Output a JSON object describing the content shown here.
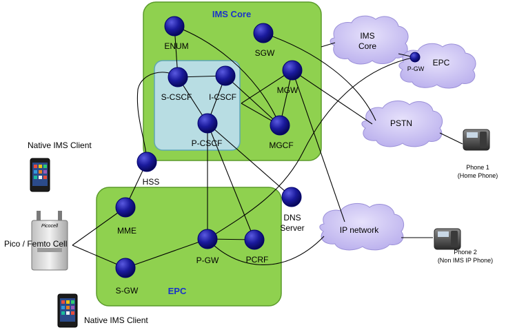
{
  "colors": {
    "core_zone_fill": "#8fd14f",
    "core_zone_stroke": "#5a9a2a",
    "cscf_zone_fill": "#b8dde3",
    "cscf_zone_stroke": "#5fa6b6",
    "node_fill": "#1a1a9c",
    "node_stroke": "#00006a",
    "cloud_fill": "#c9c0f0",
    "cloud_stroke": "#9a8fd8",
    "zone_title": "#1a33c9",
    "link": "#000000"
  },
  "zones": {
    "ims_core": {
      "title": "IMS Core"
    },
    "epc": {
      "title": "EPC"
    }
  },
  "nodes": {
    "enum": {
      "label": "ENUM"
    },
    "sgw_ims": {
      "label": "SGW"
    },
    "s_cscf": {
      "label": "S-CSCF"
    },
    "i_cscf": {
      "label": "I-CSCF"
    },
    "mgw": {
      "label": "MGW"
    },
    "p_cscf": {
      "label": "P-CSCF"
    },
    "mgcf": {
      "label": "MGCF"
    },
    "hss": {
      "label": "HSS"
    },
    "dns": {
      "label_line1": "DNS",
      "label_line2": "Server"
    },
    "mme": {
      "label": "MME"
    },
    "p_gw": {
      "label": "P-GW"
    },
    "pcrf": {
      "label": "PCRF"
    },
    "s_gw": {
      "label": "S-GW"
    },
    "epc_pgw": {
      "label": "P-GW"
    }
  },
  "clouds": {
    "ims_core": {
      "line1": "IMS",
      "line2": "Core"
    },
    "epc": {
      "label": "EPC"
    },
    "pstn": {
      "label": "PSTN"
    },
    "ip_network": {
      "label": "IP network"
    }
  },
  "devices": {
    "phone1": {
      "line1": "Phone 1",
      "line2": "(Home Phone)"
    },
    "phone2": {
      "line1": "Phone 2",
      "line2": "(Non IMS  IP Phone)"
    },
    "native_ims_client_top": {
      "label": "Native IMS Client"
    },
    "native_ims_client_bottom": {
      "label": "Native IMS Client"
    },
    "pico_femto_cell": {
      "label": "Pico / Femto Cell",
      "brand": "Picocell"
    }
  }
}
